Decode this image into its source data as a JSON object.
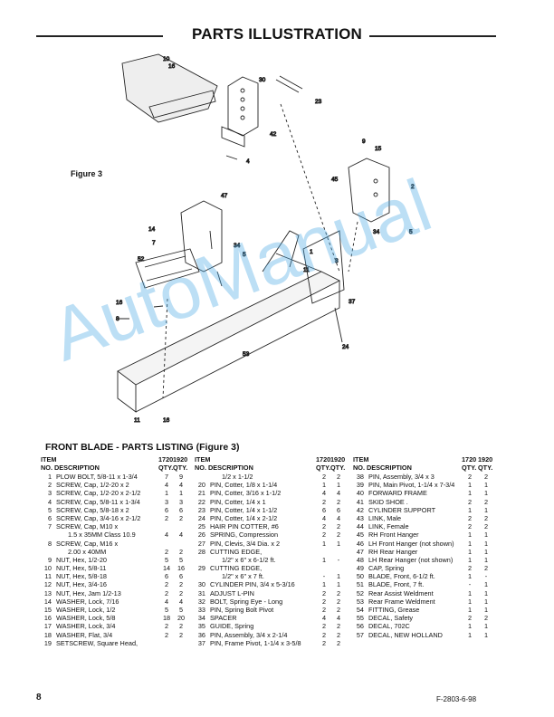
{
  "header": {
    "title": "PARTS ILLUSTRATION"
  },
  "figure": {
    "label": "Figure 3",
    "callouts": [
      "10",
      "16",
      "30",
      "23",
      "42",
      "4",
      "9",
      "15",
      "45",
      "2",
      "5",
      "34",
      "47",
      "14",
      "7",
      "52",
      "5",
      "34",
      "3",
      "11",
      "16",
      "8",
      "37",
      "24",
      "53",
      "11",
      "16",
      "1"
    ]
  },
  "listing": {
    "title": "FRONT BLADE - PARTS LISTING (Figure 3)",
    "header": {
      "item": "ITEM",
      "no_desc": "NO.  DESCRIPTION",
      "m1": "1720",
      "m2": "1920",
      "qty1": "QTY.",
      "qty2": "QTY."
    },
    "columns": [
      [
        {
          "no": "1",
          "desc": "PLOW BOLT, 5/8-11 x 1-3/4",
          "q1": "7",
          "q2": "9"
        },
        {
          "no": "2",
          "desc": "SCREW, Cap, 1/2-20 x 2",
          "q1": "4",
          "q2": "4"
        },
        {
          "no": "3",
          "desc": "SCREW, Cap, 1/2-20 x 2-1/2",
          "q1": "1",
          "q2": "1"
        },
        {
          "no": "4",
          "desc": "SCREW, Cap, 5/8-11 x 1-3/4",
          "q1": "3",
          "q2": "3"
        },
        {
          "no": "5",
          "desc": "SCREW, Cap, 5/8-18 x 2",
          "q1": "6",
          "q2": "6"
        },
        {
          "no": "6",
          "desc": "SCREW, Cap, 3/4-16 x 2-1/2",
          "q1": "2",
          "q2": "2"
        },
        {
          "no": "7",
          "desc": "SCREW, Cap, M10 x",
          "q1": "",
          "q2": ""
        },
        {
          "no": "",
          "desc": "1.5 x 35MM Class 10.9",
          "q1": "4",
          "q2": "4"
        },
        {
          "no": "8",
          "desc": "SCREW, Cap, M16 x",
          "q1": "",
          "q2": ""
        },
        {
          "no": "",
          "desc": "2.00 x 40MM",
          "q1": "2",
          "q2": "2"
        },
        {
          "no": "9",
          "desc": "NUT, Hex, 1/2-20",
          "q1": "5",
          "q2": "5"
        },
        {
          "no": "10",
          "desc": "NUT, Hex, 5/8-11",
          "q1": "14",
          "q2": "16"
        },
        {
          "no": "11",
          "desc": "NUT, Hex, 5/8-18",
          "q1": "6",
          "q2": "6"
        },
        {
          "no": "12",
          "desc": "NUT, Hex, 3/4-16",
          "q1": "2",
          "q2": "2"
        },
        {
          "no": "13",
          "desc": "NUT, Hex, Jam 1/2-13",
          "q1": "2",
          "q2": "2"
        },
        {
          "no": "14",
          "desc": "WASHER, Lock, 7/16",
          "q1": "4",
          "q2": "4"
        },
        {
          "no": "15",
          "desc": "WASHER, Lock, 1/2",
          "q1": "5",
          "q2": "5"
        },
        {
          "no": "16",
          "desc": "WASHER, Lock, 5/8",
          "q1": "18",
          "q2": "20"
        },
        {
          "no": "17",
          "desc": "WASHER, Lock, 3/4",
          "q1": "2",
          "q2": "2"
        },
        {
          "no": "18",
          "desc": "WASHER, Flat, 3/4",
          "q1": "2",
          "q2": "2"
        },
        {
          "no": "19",
          "desc": "SETSCREW, Square Head,",
          "q1": "",
          "q2": ""
        }
      ],
      [
        {
          "no": "",
          "desc": "1/2 x 1-1/2",
          "q1": "2",
          "q2": "2"
        },
        {
          "no": "20",
          "desc": "PIN, Cotter, 1/8 x 1-1/4",
          "q1": "1",
          "q2": "1"
        },
        {
          "no": "21",
          "desc": "PIN, Cotter, 3/16 x 1-1/2",
          "q1": "4",
          "q2": "4"
        },
        {
          "no": "22",
          "desc": "PIN, Cotter, 1/4 x 1",
          "q1": "2",
          "q2": "2"
        },
        {
          "no": "23",
          "desc": "PIN, Cotter, 1/4 x 1-1/2",
          "q1": "6",
          "q2": "6"
        },
        {
          "no": "24",
          "desc": "PIN, Cotter, 1/4 x 2-1/2",
          "q1": "4",
          "q2": "4"
        },
        {
          "no": "25",
          "desc": "HAIR PIN COTTER, #6",
          "q1": "2",
          "q2": "2"
        },
        {
          "no": "26",
          "desc": "SPRING, Compression",
          "q1": "2",
          "q2": "2"
        },
        {
          "no": "27",
          "desc": "PIN, Clevis, 3/4 Dia. x 2",
          "q1": "1",
          "q2": "1"
        },
        {
          "no": "28",
          "desc": "CUTTING EDGE,",
          "q1": "",
          "q2": ""
        },
        {
          "no": "",
          "desc": "1/2\" x 6\" x 6-1/2 ft.",
          "q1": "1",
          "q2": "-"
        },
        {
          "no": "29",
          "desc": "CUTTING EDGE,",
          "q1": "",
          "q2": ""
        },
        {
          "no": "",
          "desc": "1/2\" x 6\" x 7 ft.",
          "q1": "-",
          "q2": "1"
        },
        {
          "no": "30",
          "desc": "CYLINDER PIN, 3/4 x 5-3/16",
          "q1": "1",
          "q2": "1"
        },
        {
          "no": "31",
          "desc": "ADJUST L-PIN",
          "q1": "2",
          "q2": "2"
        },
        {
          "no": "32",
          "desc": "BOLT, Spring Eye  - Long",
          "q1": "2",
          "q2": "2"
        },
        {
          "no": "33",
          "desc": "PIN, Spring Bolt Pivot",
          "q1": "2",
          "q2": "2"
        },
        {
          "no": "34",
          "desc": "SPACER",
          "q1": "4",
          "q2": "4"
        },
        {
          "no": "35",
          "desc": "GUIDE, Spring",
          "q1": "2",
          "q2": "2"
        },
        {
          "no": "36",
          "desc": "PIN, Assembly, 3/4 x 2-1/4",
          "q1": "2",
          "q2": "2"
        },
        {
          "no": "37",
          "desc": "PIN, Frame Pivot, 1-1/4 x 3-5/8",
          "q1": "2",
          "q2": "2"
        }
      ],
      [
        {
          "no": "38",
          "desc": "PIN, Assembly, 3/4 x 3",
          "q1": "2",
          "q2": "2"
        },
        {
          "no": "39",
          "desc": "PIN, Main Pivot, 1-1/4 x 7-3/4",
          "q1": "1",
          "q2": "1"
        },
        {
          "no": "40",
          "desc": "FORWARD FRAME",
          "q1": "1",
          "q2": "1"
        },
        {
          "no": "41",
          "desc": "SKID SHOE .",
          "q1": "2",
          "q2": "2"
        },
        {
          "no": "42",
          "desc": "CYLINDER SUPPORT",
          "q1": "1",
          "q2": "1"
        },
        {
          "no": "43",
          "desc": "LINK, Male",
          "q1": "2",
          "q2": "2"
        },
        {
          "no": "44",
          "desc": "LINK, Female",
          "q1": "2",
          "q2": "2"
        },
        {
          "no": "45",
          "desc": "RH Front Hanger",
          "q1": "1",
          "q2": "1"
        },
        {
          "no": "46",
          "desc": "LH Front Hanger (not shown)",
          "q1": "1",
          "q2": "1"
        },
        {
          "no": "47",
          "desc": "RH Rear Hanger",
          "q1": "1",
          "q2": "1"
        },
        {
          "no": "48",
          "desc": "LH Rear Hanger (not shown)",
          "q1": "1",
          "q2": "1"
        },
        {
          "no": "49",
          "desc": "CAP, Spring",
          "q1": "2",
          "q2": "2"
        },
        {
          "no": "50",
          "desc": "BLADE, Front, 6-1/2 ft.",
          "q1": "1",
          "q2": "-"
        },
        {
          "no": "51",
          "desc": "BLADE, Front, 7 ft.",
          "q1": "-",
          "q2": "1"
        },
        {
          "no": "52",
          "desc": "Rear Assist Weldment",
          "q1": "1",
          "q2": "1"
        },
        {
          "no": "53",
          "desc": "Rear Frame Weldment",
          "q1": "1",
          "q2": "1"
        },
        {
          "no": "54",
          "desc": "FITTING, Grease",
          "q1": "1",
          "q2": "1"
        },
        {
          "no": "55",
          "desc": "DECAL, Safety",
          "q1": "2",
          "q2": "2"
        },
        {
          "no": "56",
          "desc": "DECAL, 702C",
          "q1": "1",
          "q2": "1"
        },
        {
          "no": "57",
          "desc": "DECAL, NEW HOLLAND",
          "q1": "1",
          "q2": "1"
        }
      ]
    ]
  },
  "footer": {
    "page_number": "8",
    "doc_code": "F-2803-6-98"
  },
  "watermark": "AutoManual"
}
